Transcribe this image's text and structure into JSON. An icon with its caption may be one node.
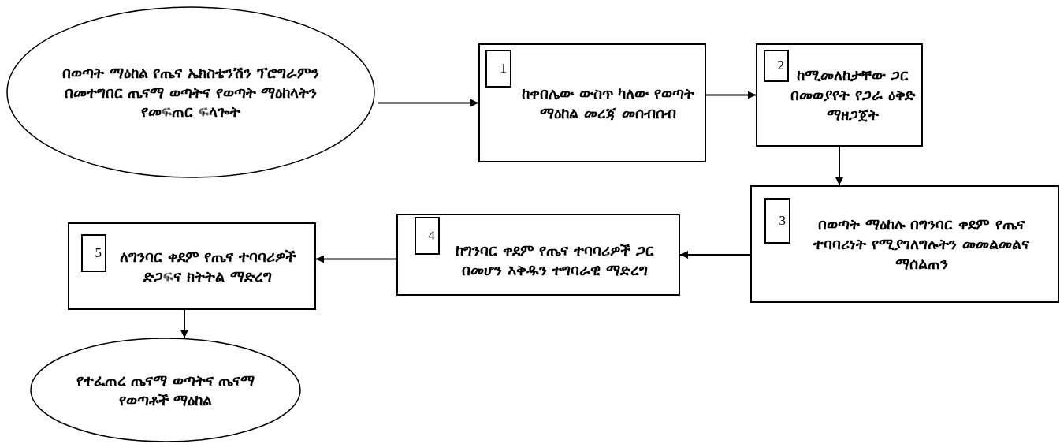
{
  "diagram": {
    "nodes": [
      {
        "text": [
          "በወጣት ማዕከል የጤና ኤክስቴንሽን ፕሮግራምን በመተግበር ጤናማ ወጣትና የወጣት ማዕከላትን የመፍጠር ፍላጐት"
        ]
      },
      {
        "text": [
          "ከቀበሌው ውስጥ ካለው የወጣት ማዕከል መረጃ መሰብሰብ"
        ]
      },
      {
        "text": [
          "1"
        ],
        "in": 1
      },
      {
        "text": [
          "ከሚመለከታቸው ጋር በመወያየት የጋራ ዕቅድ ማዘጋጀት"
        ]
      },
      {
        "text": [
          "2"
        ],
        "in": 3
      },
      {
        "text": [
          "በወጣት ማዕከሉ በግንባር ቀደም የጤና ተባባሪነት የሚያገለግሉትን መመልመልና ማሰልጠን"
        ]
      },
      {
        "text": [
          "3"
        ],
        "in": 5
      },
      {
        "text": [
          "ከግንባር ቀደም የጤና ተባባሪዎች ጋር በመሆን እቅዱን ተግባራዊ ማድረግ"
        ]
      },
      {
        "text": [
          "4"
        ],
        "in": 7
      },
      {
        "text": [
          "ለግንባር ቀደም የጤና ተባባሪዎች ድጋፍና ክትትል ማድረግ"
        ]
      },
      {
        "text": [
          "5"
        ],
        "in": 9
      },
      {
        "text": [
          "የተፈጠረ ጤናማ ወጣትና ጤናማ የወጣቶች ማዕከል"
        ]
      }
    ],
    "edges": [
      {
        "from": 0,
        "to": 1,
        "arrow": "to"
      },
      {
        "from": 1,
        "to": 3,
        "arrow": "to"
      },
      {
        "from": 3,
        "to": 5,
        "arrow": "to"
      },
      {
        "from": 5,
        "to": 7,
        "arrow": "to"
      },
      {
        "from": 7,
        "to": 9,
        "arrow": "to"
      },
      {
        "from": 9,
        "to": 11,
        "arrow": "to"
      }
    ]
  }
}
